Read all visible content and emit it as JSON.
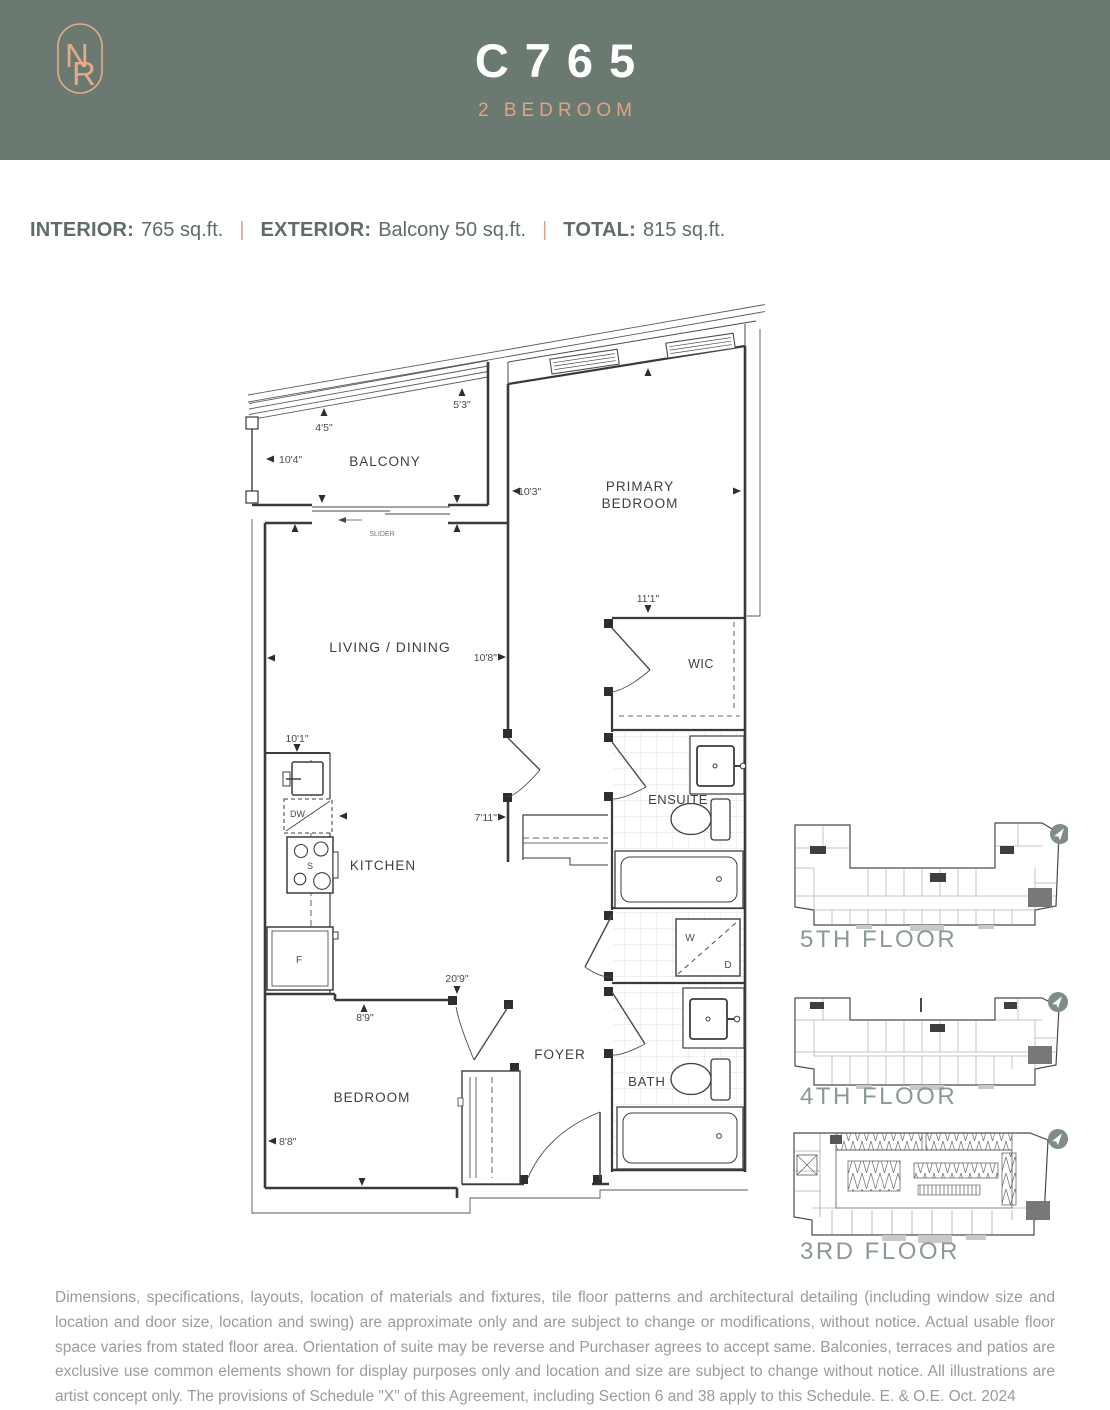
{
  "header": {
    "title": "C765",
    "subtitle": "2 BEDROOM",
    "logo": {
      "monogram_n": "N",
      "monogram_r": "R"
    }
  },
  "stats": {
    "interior_label": "INTERIOR:",
    "interior_value": "765 sq.ft.",
    "exterior_label": "EXTERIOR:",
    "exterior_value": "Balcony 50 sq.ft.",
    "total_label": "TOTAL:",
    "total_value": "815 sq.ft.",
    "separator": "|"
  },
  "floorplan": {
    "rooms": {
      "balcony": "BALCONY",
      "primary_bedroom_line1": "PRIMARY",
      "primary_bedroom_line2": "BEDROOM",
      "living_dining": "LIVING / DINING",
      "wic": "WIC",
      "ensuite": "ENSUITE",
      "kitchen": "KITCHEN",
      "foyer": "FOYER",
      "bath": "BATH",
      "bedroom": "BEDROOM"
    },
    "dimensions": {
      "balcony_depth": "10'4\"",
      "balcony_seg1": "4'5\"",
      "balcony_seg2": "5'3\"",
      "primary_width": "10'3\"",
      "primary_depth": "11'1\"",
      "living_length": "10'8\"",
      "kitchen_width": "10'1\"",
      "hall_length": "7'11\"",
      "unit_length": "20'9\"",
      "bedroom_width": "8'9\"",
      "bedroom_depth": "8'8\""
    },
    "fixtures": {
      "dishwasher": "DW",
      "stove": "S",
      "fridge": "F",
      "washer": "W",
      "dryer": "D",
      "slider": "SLIDER"
    }
  },
  "keyplans": [
    {
      "label": "5TH FLOOR"
    },
    {
      "label": "4TH FLOOR"
    },
    {
      "label": "3RD FLOOR"
    }
  ],
  "disclaimer": "Dimensions, specifications, layouts, location of materials and fixtures, tile floor patterns and architectural detailing (including window size and location and door size, location and swing) are approximate only and are subject to change or modifications, without notice. Actual usable floor space varies from stated floor area. Orientation of suite may be reverse and Purchaser agrees to accept same. Balconies, terraces and patios are exclusive use common elements shown for display purposes only and location and size are subject to change without notice. All illustrations are artist concept only. The provisions of Schedule \"X\" of this Agreement, including Section 6 and 38 apply to this Schedule. E. & O.E. Oct. 2024",
  "colors": {
    "header_bg": "#6A7A70",
    "accent_salmon": "#E2A285",
    "logo_stroke": "#E3A98B",
    "floor_label": "#8A9A90",
    "highlight_unit": "#787878",
    "disclaimer_text": "#9B9B9B"
  }
}
